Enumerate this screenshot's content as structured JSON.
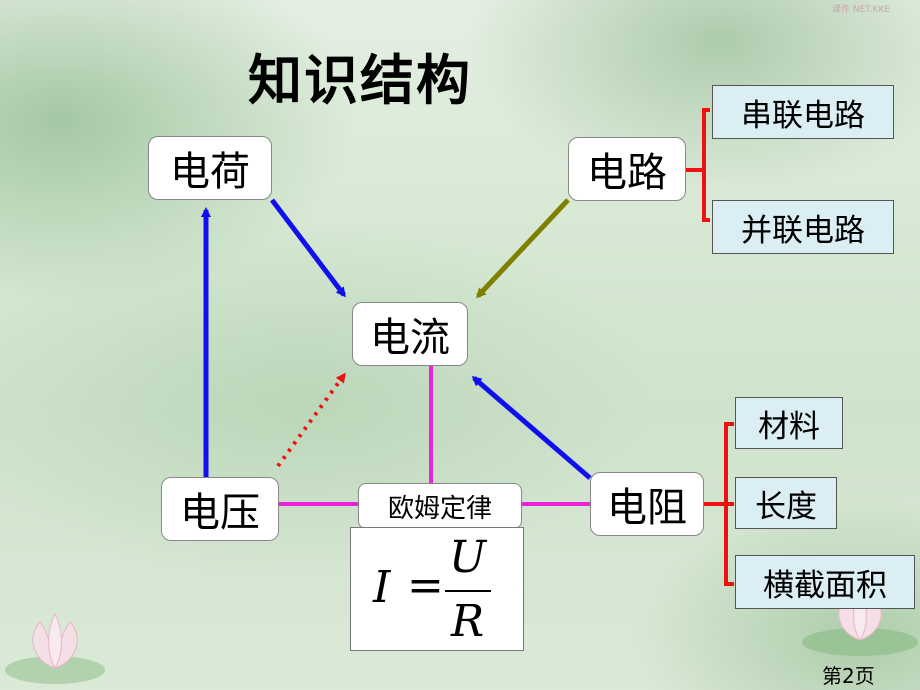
{
  "title": "知识结构",
  "nodes": {
    "charge": "电荷",
    "circuit": "电路",
    "current": "电流",
    "voltage": "电压",
    "resistance": "电阻"
  },
  "circuit_types": [
    "串联电路",
    "并联电路"
  ],
  "resistance_factors": [
    "材料",
    "长度",
    "横截面积"
  ],
  "law": {
    "name": "欧姆定律",
    "formula_lhs": "I",
    "formula_eq": "=",
    "formula_num": "U",
    "formula_den": "R"
  },
  "page_number": "第2页",
  "logo_text": "课件 NET.KKE",
  "colors": {
    "blue_arrow": "#1010ee",
    "olive_arrow": "#7f7f00",
    "magenta_line": "#ee22dd",
    "red": "#ee1111",
    "node_bg": "#ffffff",
    "box_bg": "#dbeef3"
  }
}
